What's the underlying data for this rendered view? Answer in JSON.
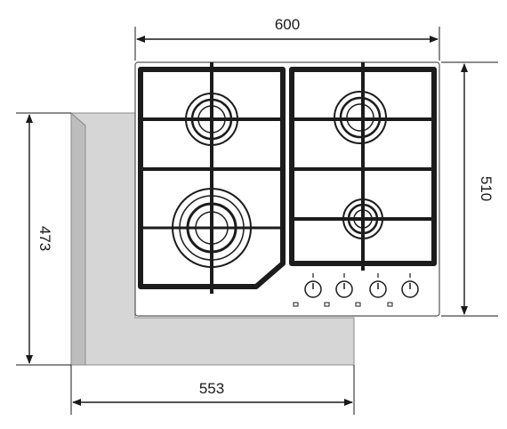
{
  "dimensions": {
    "width_top": "600",
    "depth_right": "510",
    "depth_left": "473",
    "width_bottom": "553"
  },
  "colors": {
    "cutout_fill": "#d6d6d6",
    "cutout_side": "#bdbdbd",
    "grate": "#1c1c1c",
    "line": "#1a1a1a",
    "hob_surface": "#ffffff"
  },
  "hob": {
    "burners": [
      "burner-medium-rear-left",
      "burner-wok-front-left",
      "burner-medium-rear-right",
      "burner-small-front-right"
    ],
    "knob_count": 4
  }
}
